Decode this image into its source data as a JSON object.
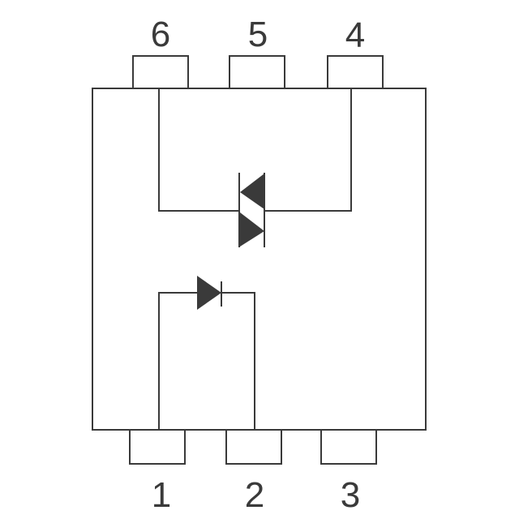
{
  "diagram": {
    "type": "optocoupler-pinout",
    "colors": {
      "stroke": "#3a3a3a",
      "fill": "#3a3a3a",
      "background": "#ffffff"
    },
    "pins_top": [
      {
        "number": "6",
        "label": "6"
      },
      {
        "number": "5",
        "label": "5"
      },
      {
        "number": "4",
        "label": "4"
      }
    ],
    "pins_bottom": [
      {
        "number": "1",
        "label": "1"
      },
      {
        "number": "2",
        "label": "2"
      },
      {
        "number": "3",
        "label": "3"
      }
    ],
    "components": [
      {
        "name": "triac",
        "connects": [
          "6",
          "4"
        ]
      },
      {
        "name": "led-diode",
        "connects": [
          "1",
          "2"
        ]
      }
    ]
  }
}
